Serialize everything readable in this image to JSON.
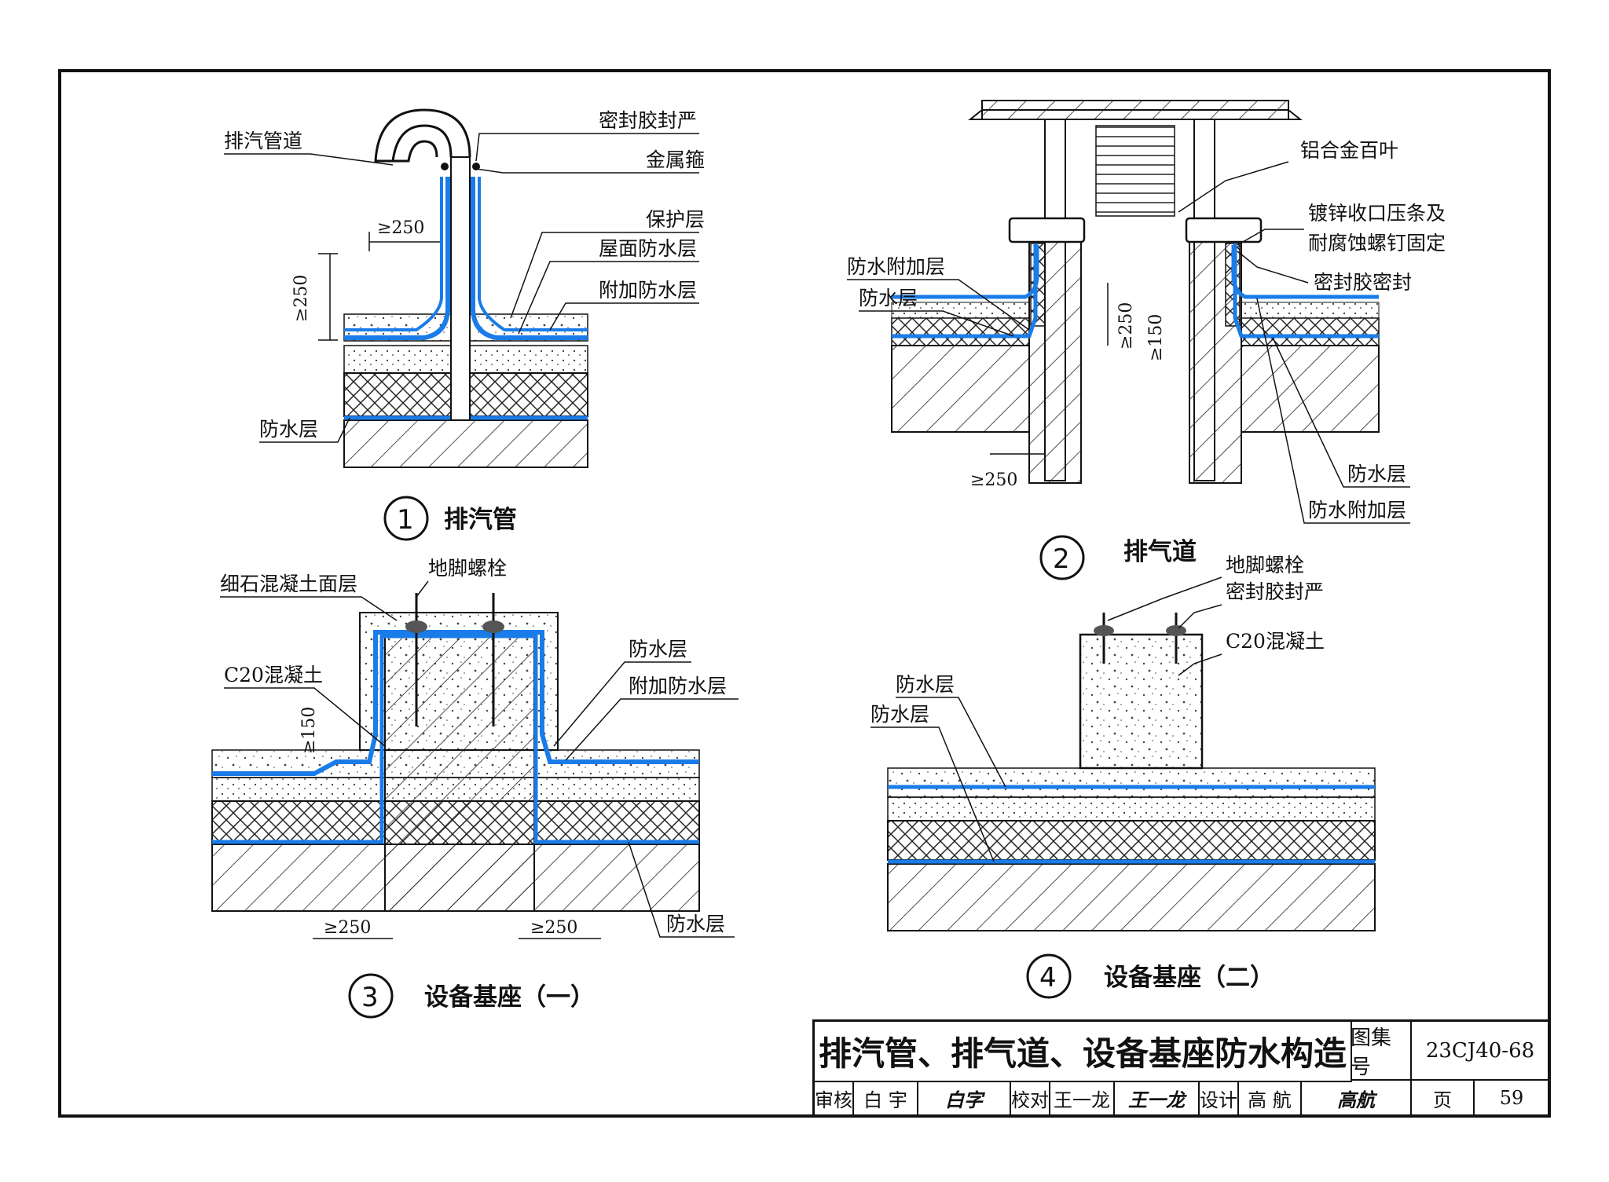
{
  "details": [
    {
      "number": "1",
      "caption": "排汽管",
      "labels": {
        "exhaust_pipe": "排汽管道",
        "sealant": "密封胶封严",
        "metal_hoop": "金属箍",
        "protective_layer": "保护层",
        "roof_waterproof": "屋面防水层",
        "additional_waterproof": "附加防水层",
        "waterproof": "防水层"
      },
      "dims": {
        "horizontal": "≥250",
        "vertical": "≥250"
      }
    },
    {
      "number": "2",
      "caption": "排气道",
      "labels": {
        "louver": "铝合金百叶",
        "galvanized_strip_1": "镀锌收口压条及",
        "galvanized_strip_2": "耐腐蚀螺钉固定",
        "sealant": "密封胶密封",
        "additional_waterproof_left": "防水附加层",
        "waterproof_left": "防水层",
        "waterproof_right": "防水层",
        "additional_waterproof_right": "防水附加层"
      },
      "dims": {
        "upturn": "≥250",
        "upturn_inner": "≥150",
        "down": "≥250"
      }
    },
    {
      "number": "3",
      "caption": "设备基座（一）",
      "labels": {
        "fine_concrete": "细石混凝土面层",
        "anchor_bolt": "地脚螺栓",
        "c20": "C20混凝土",
        "waterproof_1": "防水层",
        "additional_waterproof": "附加防水层",
        "waterproof_2": "防水层"
      },
      "dims": {
        "vertical": "≥150",
        "left": "≥250",
        "right": "≥250"
      }
    },
    {
      "number": "4",
      "caption": "设备基座（二）",
      "labels": {
        "anchor_bolt": "地脚螺栓",
        "sealant": "密封胶封严",
        "c20": "C20混凝土",
        "waterproof_1": "防水层",
        "waterproof_2": "防水层"
      }
    }
  ],
  "title_block": {
    "title": "排汽管、排气道、设备基座防水构造",
    "atlas_label": "图集号",
    "atlas_no": "23CJ40-68",
    "review_label": "审核",
    "reviewer": "白 宇",
    "reviewer_sig": "白字",
    "check_label": "校对",
    "checker": "王一龙",
    "checker_sig": "王一龙",
    "design_label": "设计",
    "designer": "高 航",
    "designer_sig": "高航",
    "page_label": "页",
    "page_no": "59"
  },
  "colors": {
    "membrane": "#1a7ce8",
    "line": "#111111",
    "background": "#ffffff"
  }
}
